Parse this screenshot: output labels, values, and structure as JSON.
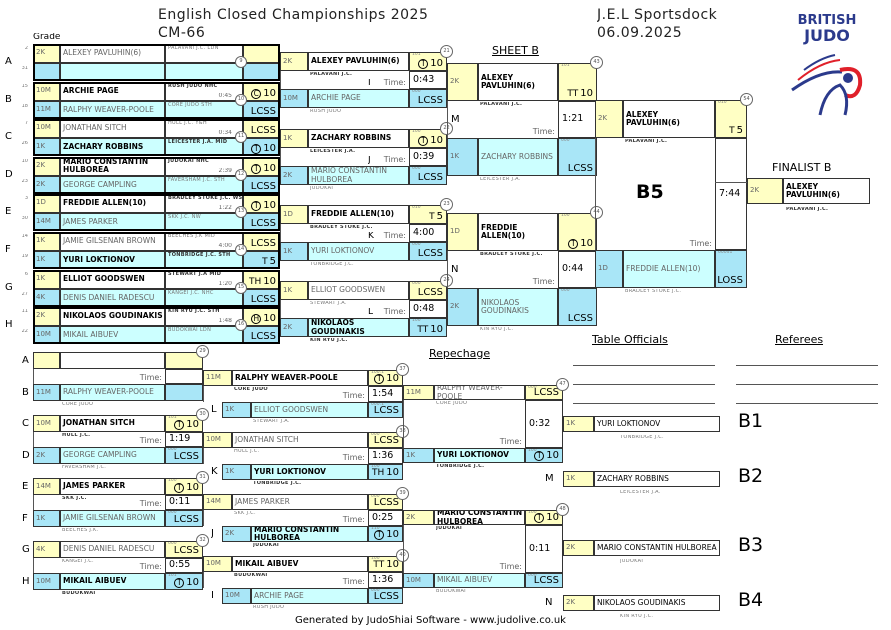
{
  "header": {
    "title": "English Closed Championships 2025",
    "category": "CM-66",
    "venue": "J.E.L Sportsdock",
    "date": "06.09.2025",
    "grade_label": "Grade",
    "sheet": "SHEET B",
    "repechage": "Repechage",
    "table_officials": "Table Officials",
    "referees": "Referees",
    "finalist": "FINALIST B",
    "pool": "B5",
    "time_label": "Time:",
    "logo_text": "BRITISH JUDO",
    "footer": "Generated by JudoShiai Software - www.judolive.co.uk"
  },
  "colors": {
    "yellow": "#ffffc4",
    "blue": "#a9e6f7",
    "light_blue": "#ccffff",
    "logo_blue": "#2b3a8c",
    "logo_red": "#e0202a"
  },
  "round1": [
    {
      "letter": "A",
      "no": "9",
      "time": "",
      "white": {
        "seed": "2",
        "grade": "2K",
        "name": "ALEXEY PAVLUHIN(6)",
        "club": "PALAVANI J.C. LDN",
        "score": ""
      },
      "blue": {
        "seed": "31",
        "grade": "",
        "name": "",
        "club": "",
        "score": ""
      }
    },
    {
      "letter": "B",
      "no": "10",
      "time": "0:45",
      "white": {
        "seed": "15",
        "grade": "10M",
        "name": "ARCHIE PAGE",
        "club": "RUSH JUDO NHC",
        "mark": "C",
        "circled": true,
        "score": "10",
        "win": true
      },
      "blue": {
        "seed": "18",
        "grade": "11M",
        "name": "RALPHY WEAVER-POOLE",
        "club": "CORE JUDO STH",
        "score": "LCSS"
      }
    },
    {
      "letter": "C",
      "no": "11",
      "time": "0:34",
      "white": {
        "seed": "7",
        "grade": "10M",
        "name": "JONATHAN SITCH",
        "club": "HULL J.C. Y&H",
        "score": "LCSS"
      },
      "blue": {
        "seed": "26",
        "grade": "1K",
        "name": "ZACHARY ROBBINS",
        "club": "LEICESTER J.A. MID",
        "mark": "T",
        "circled": true,
        "score": "10",
        "win": true
      }
    },
    {
      "letter": "D",
      "no": "12",
      "time": "2:39",
      "white": {
        "seed": "10",
        "grade": "2K",
        "name": "MARIO CONSTANTIN HULBOREA",
        "club": "JUDOKAI NHC",
        "mark": "T",
        "circled": true,
        "score": "10",
        "win": true
      },
      "blue": {
        "seed": "23",
        "grade": "2K",
        "name": "GEORGE CAMPLING",
        "club": "FAVERSHAM J.C. STH",
        "score": "LCSS"
      }
    },
    {
      "letter": "E",
      "no": "13",
      "time": "1:22",
      "white": {
        "seed": "3",
        "grade": "1D",
        "name": "FREDDIE ALLEN(10)",
        "club": "BRADLEY STOKE J.C. WST",
        "mark": "T",
        "circled": true,
        "score": "10",
        "win": true
      },
      "blue": {
        "seed": "30",
        "grade": "14M",
        "name": "JAMES PARKER",
        "club": "SKK J.C. NW",
        "score": "LCSS"
      }
    },
    {
      "letter": "F",
      "no": "14",
      "time": "4:00",
      "white": {
        "seed": "14",
        "grade": "1K",
        "name": "JAMIE GILSENAN BROWN",
        "club": "BEECHES J.K MID",
        "score": "LCSS"
      },
      "blue": {
        "seed": "19",
        "grade": "1K",
        "name": "YURI LOKTIONOV",
        "club": "TONBRIDGE J.C. STH",
        "mark": "T",
        "score": "5",
        "win": true
      }
    },
    {
      "letter": "G",
      "no": "15",
      "time": "1:20",
      "white": {
        "seed": "6",
        "grade": "1K",
        "name": "ELLIOT GOODSWEN",
        "club": "STEWART J.A MID",
        "mark": "TH",
        "score": "10",
        "win": true
      },
      "blue": {
        "seed": "27",
        "grade": "4K",
        "name": "DENIS DANIEL RADESCU",
        "club": "KANGEI J.C. NHC",
        "score": "LCSS"
      }
    },
    {
      "letter": "H",
      "no": "16",
      "time": "1:48",
      "white": {
        "seed": "11",
        "grade": "2K",
        "name": "NIKOLAOS GOUDINAKIS",
        "club": "KIN RYU J.C. STH",
        "mark": "H",
        "circled": true,
        "score": "10",
        "win": true
      },
      "blue": {
        "seed": "22",
        "grade": "10M",
        "name": "MIKAIL AIBUEV",
        "club": "BUDOKWAI LDN",
        "score": "LCSS"
      }
    }
  ],
  "round2": [
    {
      "letter": "I",
      "no": "21",
      "time": "0:43",
      "white": {
        "grade": "2K",
        "name": "ALEXEY PAVLUHIN(6)",
        "club": "PALAVANI J.C.",
        "mark": "T",
        "circled": true,
        "score": "10",
        "code": "101",
        "win": true
      },
      "blue": {
        "grade": "10M",
        "name": "ARCHIE PAGE",
        "club": "RUSH JUDO",
        "score": "LCSS",
        "code": "000"
      }
    },
    {
      "letter": "J",
      "no": "22",
      "time": "0:39",
      "white": {
        "grade": "1K",
        "name": "ZACHARY ROBBINS",
        "club": "LEICESTER J.A.",
        "mark": "T",
        "circled": true,
        "score": "10",
        "code": "100",
        "win": true
      },
      "blue": {
        "grade": "2K",
        "name": "MARIO CONSTANTIN HULBOREA",
        "club": "JUDOKAI",
        "score": "LCSS",
        "code": "000"
      }
    },
    {
      "letter": "K",
      "no": "23",
      "time": "4:00",
      "white": {
        "grade": "1D",
        "name": "FREDDIE ALLEN(10)",
        "club": "BRADLEY STOKE J.C.",
        "mark": "T",
        "score": "5",
        "code": "010",
        "win": true
      },
      "blue": {
        "grade": "1K",
        "name": "YURI LOKTIONOV",
        "club": "TONBRIDGE J.C.",
        "score": "LCSS",
        "code": "000"
      }
    },
    {
      "letter": "L",
      "no": "24",
      "time": "0:48",
      "white": {
        "grade": "1K",
        "name": "ELLIOT GOODSWEN",
        "club": "STEWART J.A.",
        "score": "LCSS",
        "code": "000"
      },
      "blue": {
        "grade": "2K",
        "name": "NIKOLAOS GOUDINAKIS",
        "club": "KIN RYU J.C.",
        "mark": "TT",
        "score": "10",
        "code": "100",
        "win": true
      }
    }
  ],
  "round3": [
    {
      "letter": "M",
      "no": "43",
      "time": "1:21",
      "white": {
        "grade": "2K",
        "name": "ALEXEY PAVLUHIN(6)",
        "club": "PALAVANI J.C.",
        "mark": "TT",
        "score": "10",
        "code": "101",
        "win": true
      },
      "blue": {
        "grade": "1K",
        "name": "ZACHARY ROBBINS",
        "club": "LEICESTER J.A.",
        "score": "LCSS",
        "code": "000"
      }
    },
    {
      "letter": "N",
      "no": "44",
      "time": "0:44",
      "white": {
        "grade": "1D",
        "name": "FREDDIE ALLEN(10)",
        "club": "BRADLEY STOKE J.C.",
        "mark": "T",
        "circled": true,
        "score": "10",
        "code": "100",
        "win": true
      },
      "blue": {
        "grade": "2K",
        "name": "NIKOLAOS GOUDINAKIS",
        "club": "KIN RYU J.C.",
        "score": "LCSS",
        "code": "000"
      }
    }
  ],
  "final": {
    "letter": "",
    "no": "54",
    "time": "7:44",
    "white": {
      "grade": "2K",
      "name": "ALEXEY PAVLUHIN(6)",
      "club": "PALAVANI J.C.",
      "mark": "T",
      "score": "5",
      "code": "010",
      "win": true
    },
    "blue": {
      "grade": "1D",
      "name": "FREDDIE ALLEN(10)",
      "club": "BRADLEY STOKE J.C.",
      "score": "LOSS",
      "code": "000d1"
    }
  },
  "finalist": {
    "grade": "2K",
    "name": "ALEXEY PAVLUHIN(6)",
    "club": "PALAVANI J.C."
  },
  "rep1": [
    {
      "wl": "A",
      "bl": "B",
      "no": "29",
      "time": "",
      "white": {
        "grade": "",
        "name": "",
        "club": "",
        "score": ""
      },
      "blue": {
        "grade": "11M",
        "name": "RALPHY WEAVER-POOLE",
        "club": "CORE JUDO",
        "score": ""
      }
    },
    {
      "wl": "C",
      "bl": "D",
      "no": "30",
      "time": "1:19",
      "white": {
        "grade": "10M",
        "name": "JONATHAN SITCH",
        "club": "HULL J.C.",
        "mark": "T",
        "circled": true,
        "score": "10",
        "code": "101",
        "win": true
      },
      "blue": {
        "grade": "2K",
        "name": "GEORGE CAMPLING",
        "club": "FAVERSHAM J.C.",
        "score": "LCSS",
        "code": "000"
      }
    },
    {
      "wl": "E",
      "bl": "F",
      "no": "31",
      "time": "0:11",
      "white": {
        "grade": "14M",
        "name": "JAMES PARKER",
        "club": "SKK J.C.",
        "mark": "T",
        "circled": true,
        "score": "10",
        "code": "100",
        "win": true
      },
      "blue": {
        "grade": "1K",
        "name": "JAMIE GILSENAN BROWN",
        "club": "BEECHES J.K.",
        "score": "LCSS",
        "code": "000"
      }
    },
    {
      "wl": "G",
      "bl": "H",
      "no": "32",
      "time": "0:55",
      "white": {
        "grade": "4K",
        "name": "DENIS DANIEL RADESCU",
        "club": "KANGEI J.C.",
        "score": "LCSS",
        "code": "000"
      },
      "blue": {
        "grade": "10M",
        "name": "MIKAIL AIBUEV",
        "club": "BUDOKWAI",
        "mark": "T",
        "circled": true,
        "score": "10",
        "code": "101",
        "win": true
      }
    }
  ],
  "rep2": [
    {
      "letter": "L",
      "no": "37",
      "time": "1:54",
      "white": {
        "grade": "11M",
        "name": "RALPHY WEAVER-POOLE",
        "club": "CORE JUDO",
        "mark": "T",
        "circled": true,
        "score": "10",
        "code": "100:1",
        "win": true
      },
      "blue": {
        "grade": "1K",
        "name": "ELLIOT GOODSWEN",
        "club": "STEWART J.A.",
        "score": "LCSS",
        "code": "000:1"
      }
    },
    {
      "letter": "K",
      "no": "38",
      "time": "1:36",
      "white": {
        "grade": "10M",
        "name": "JONATHAN SITCH",
        "club": "HULL J.C.",
        "score": "LCSS",
        "code": "000"
      },
      "blue": {
        "grade": "1K",
        "name": "YURI LOKTIONOV",
        "club": "TONBRIDGE J.C.",
        "mark": "TH",
        "score": "10",
        "code": "100",
        "win": true
      }
    },
    {
      "letter": "J",
      "no": "39",
      "time": "0:25",
      "white": {
        "grade": "14M",
        "name": "JAMES PARKER",
        "club": "SKK J.C.",
        "score": "LCSS",
        "code": "000"
      },
      "blue": {
        "grade": "2K",
        "name": "MARIO CONSTANTIN HULBOREA",
        "club": "JUDOKAI",
        "mark": "T",
        "circled": true,
        "score": "10",
        "code": "110",
        "win": true
      }
    },
    {
      "letter": "I",
      "no": "40",
      "time": "1:36",
      "white": {
        "grade": "10M",
        "name": "MIKAIL AIBUEV",
        "club": "BUDOKWAI",
        "mark": "TT",
        "score": "10",
        "code": "100",
        "win": true
      },
      "blue": {
        "grade": "10M",
        "name": "ARCHIE PAGE",
        "club": "RUSH JUDO",
        "score": "LCSS",
        "code": "000"
      }
    }
  ],
  "rep3": [
    {
      "no": "47",
      "time": "0:32",
      "white": {
        "grade": "11M",
        "name": "RALPHY WEAVER-POOLE",
        "club": "CORE JUDO",
        "score": "LCSS",
        "code": "000"
      },
      "blue": {
        "grade": "1K",
        "name": "YURI LOKTIONOV",
        "club": "TONBRIDGE J.C.",
        "mark": "T",
        "circled": true,
        "score": "10",
        "code": "100",
        "win": true
      }
    },
    {
      "no": "48",
      "time": "0:11",
      "white": {
        "grade": "2K",
        "name": "MARIO CONSTANTIN HULBOREA",
        "club": "JUDOKAI",
        "mark": "T",
        "circled": true,
        "score": "10",
        "code": "100",
        "win": true
      },
      "blue": {
        "grade": "10M",
        "name": "MIKAIL AIBUEV",
        "club": "BUDOKWAI",
        "score": "LCSS",
        "code": "000"
      }
    }
  ],
  "bronze": [
    {
      "label": "B1",
      "letter": "",
      "grade": "1K",
      "name": "YURI LOKTIONOV",
      "club": "TONBRIDGE J.C."
    },
    {
      "label": "B2",
      "letter": "M",
      "grade": "1K",
      "name": "ZACHARY ROBBINS",
      "club": "LEICESTER J.A."
    },
    {
      "label": "B3",
      "letter": "",
      "grade": "2K",
      "name": "MARIO CONSTANTIN HULBOREA",
      "club": "JUDOKAI"
    },
    {
      "label": "B4",
      "letter": "N",
      "grade": "2K",
      "name": "NIKOLAOS GOUDINAKIS",
      "club": "KIN RYU J.C."
    }
  ]
}
